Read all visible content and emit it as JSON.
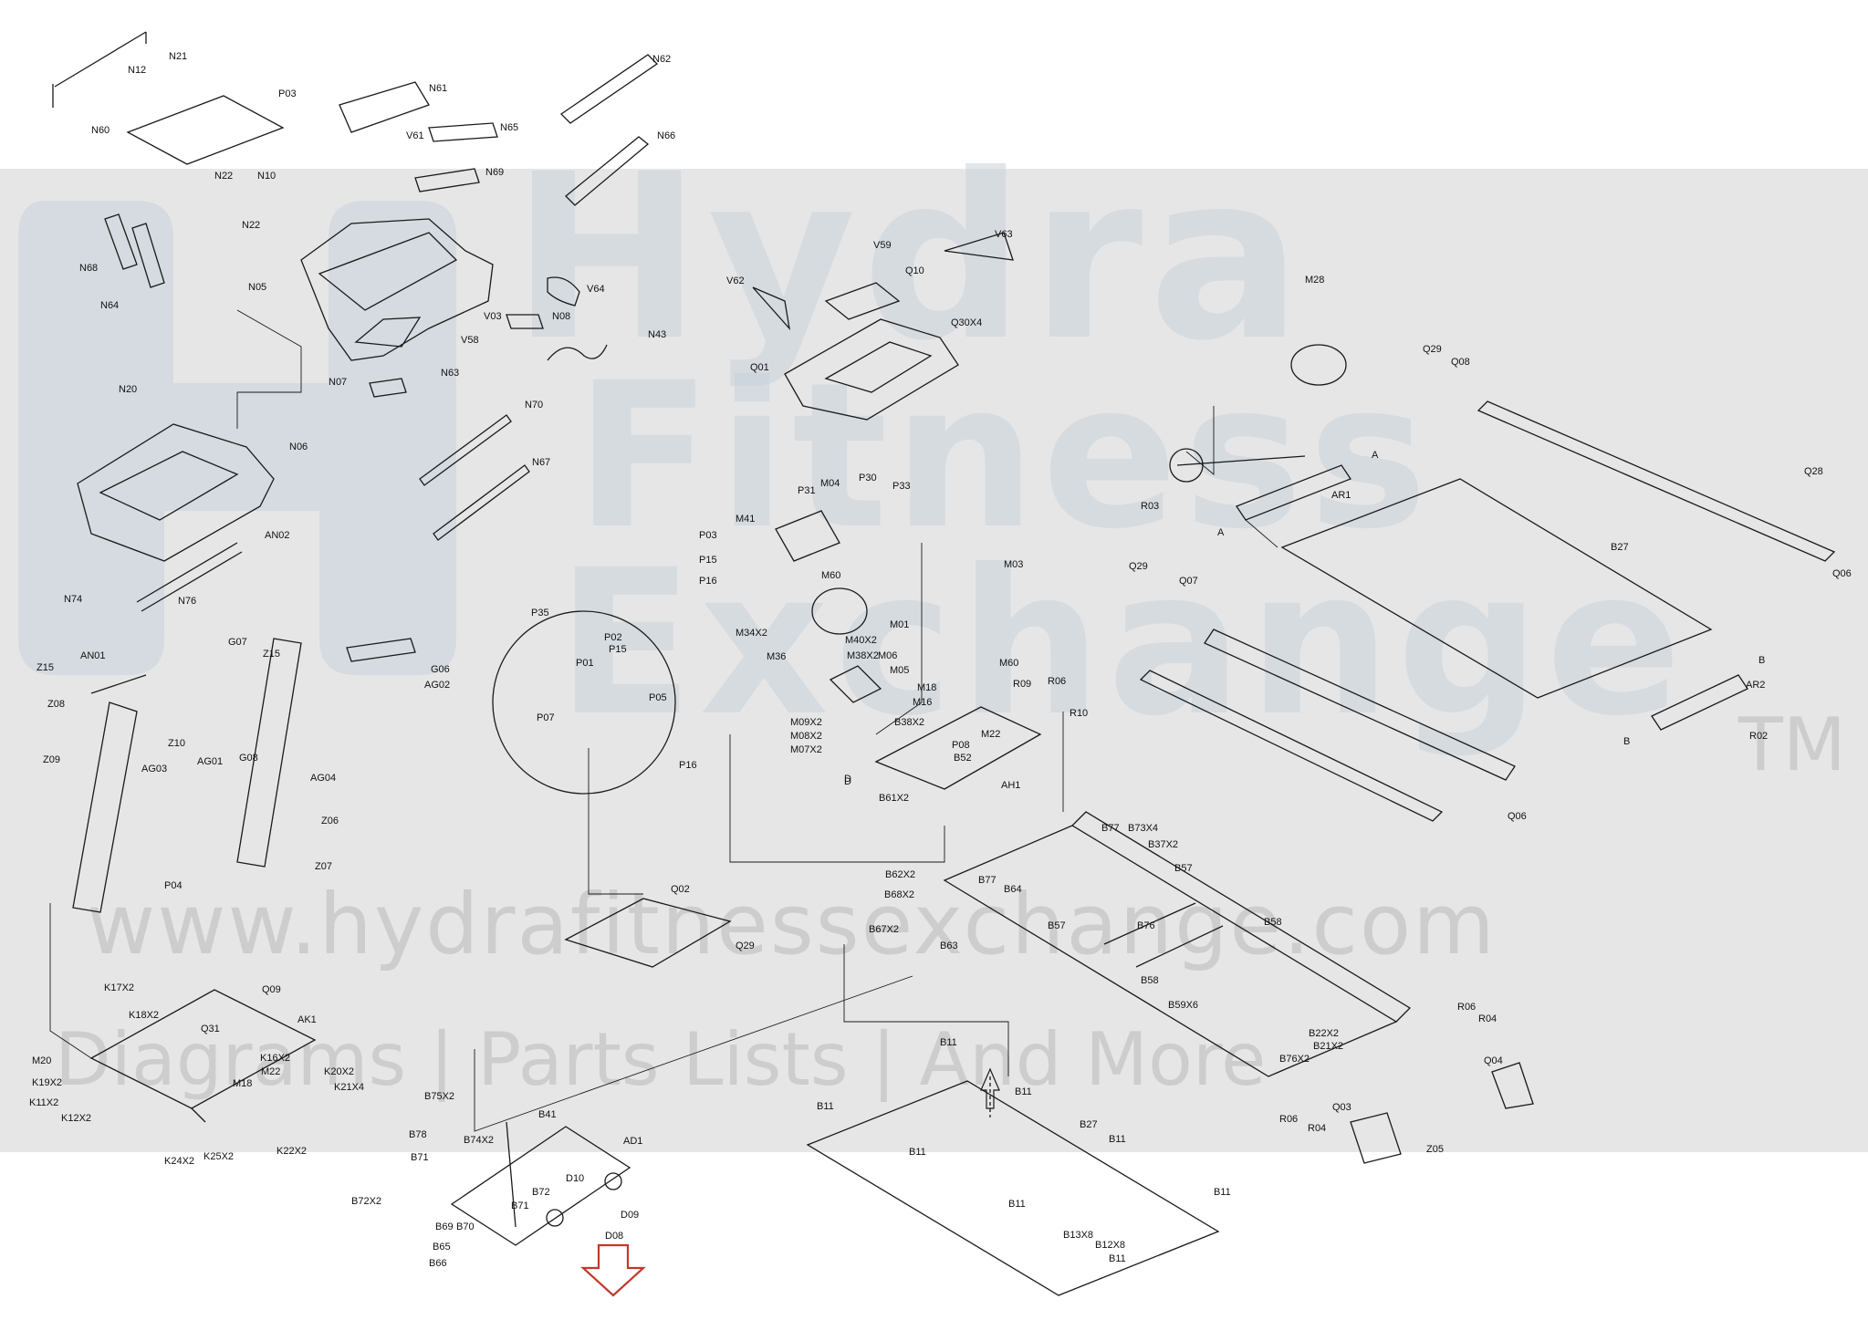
{
  "watermark": {
    "line1": "Hydra",
    "line2": "Fitness",
    "line3": "Exchange",
    "trademark": "TM",
    "url": "www.hydrafitnessexchange.com",
    "tagline": "Diagrams | Parts Lists | And More"
  },
  "colors": {
    "band": "#e6e6e6",
    "line": "#1a1a1a",
    "arrow": "#c0392b",
    "watermark": "#c9d3dc"
  },
  "labels": [
    "N21",
    "N12",
    "P03",
    "N60",
    "N61",
    "N62",
    "N65",
    "V61",
    "N66",
    "N69",
    "N22",
    "N10",
    "N22",
    "N68",
    "N05",
    "N64",
    "V64",
    "V03",
    "N08",
    "N43",
    "V58",
    "N63",
    "N07",
    "N20",
    "N70",
    "N06",
    "N67",
    "AN02",
    "N74",
    "N76",
    "G07",
    "Z15",
    "AN01",
    "Z15",
    "G06",
    "AG02",
    "Z08",
    "Z10",
    "Z09",
    "AG03",
    "AG01",
    "G08",
    "AG04",
    "Z06",
    "P04",
    "Z07",
    "V59",
    "V63",
    "Q10",
    "V62",
    "Q30X4",
    "Q01",
    "P31",
    "M04",
    "P30",
    "P33",
    "P03",
    "M41",
    "P15",
    "P16",
    "M60",
    "M01",
    "M34X2",
    "M40X2",
    "M36",
    "M38X2",
    "M06",
    "M05",
    "M60",
    "M18",
    "M16",
    "R09",
    "R06",
    "R10",
    "D",
    "M09X2",
    "M08X2",
    "M07X2",
    "B38X2",
    "M22",
    "P08",
    "B52",
    "D",
    "B61X2",
    "AH1",
    "M03",
    "P35",
    "P02",
    "P15",
    "P01",
    "P07",
    "P05",
    "P16",
    "M28",
    "Q29",
    "Q08",
    "A",
    "AR1",
    "R03",
    "A",
    "Q28",
    "B27",
    "Q29",
    "Q07",
    "Q06",
    "B",
    "AR2",
    "R02",
    "B",
    "Q06",
    "B77",
    "B73X4",
    "B37X2",
    "B62X2",
    "B77",
    "B64",
    "B68X2",
    "B67X2",
    "B63",
    "B57",
    "B57",
    "B76",
    "B58",
    "B58",
    "B59X6",
    "R06",
    "R04",
    "B22X2",
    "B21X2",
    "B76X2",
    "R06",
    "R04",
    "Q04",
    "Q03",
    "Z05",
    "Q02",
    "Q29",
    "K17X2",
    "Q09",
    "K18X2",
    "Q31",
    "AK1",
    "K16X2",
    "M22",
    "M18",
    "M20",
    "K19X2",
    "K20X2",
    "K21X4",
    "K11X2",
    "K12X2",
    "K24X2",
    "K25X2",
    "K22X2",
    "B75X2",
    "B41",
    "B78",
    "B74X2",
    "AD1",
    "B71",
    "B72X2",
    "B72",
    "B71",
    "D10",
    "B69",
    "B70",
    "D09",
    "B65",
    "D08",
    "B66",
    "B11",
    "B11",
    "B11",
    "B27",
    "B11",
    "B11",
    "B11",
    "B11",
    "B13X8",
    "B12X8",
    "B11"
  ]
}
